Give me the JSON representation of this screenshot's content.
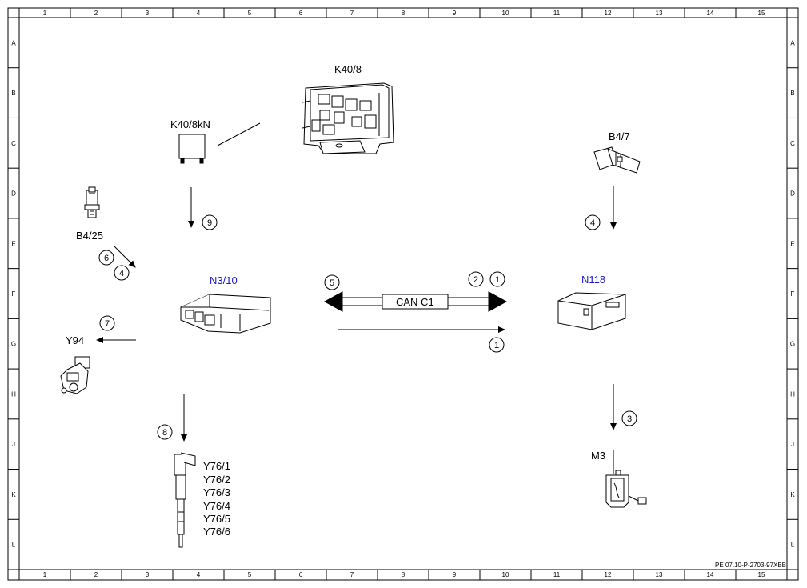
{
  "grid": {
    "columns": [
      "1",
      "2",
      "3",
      "4",
      "5",
      "6",
      "7",
      "8",
      "9",
      "10",
      "11",
      "12",
      "13",
      "14",
      "15"
    ],
    "rows": [
      "A",
      "B",
      "C",
      "D",
      "E",
      "F",
      "G",
      "H",
      "J",
      "K",
      "L"
    ]
  },
  "components": {
    "k40_8": "K40/8",
    "k40_8kn": "K40/8kN",
    "b4_7": "B4/7",
    "b4_25": "B4/25",
    "n3_10": "N3/10",
    "n118": "N118",
    "y94": "Y94",
    "m3": "M3",
    "y76": [
      "Y76/1",
      "Y76/2",
      "Y76/3",
      "Y76/4",
      "Y76/5",
      "Y76/6"
    ]
  },
  "bus_label": "CAN C1",
  "signals": {
    "s9": "9",
    "s4_right": "4",
    "s6": "6",
    "s4_left": "4",
    "s5": "5",
    "s2": "2",
    "s1_top": "1",
    "s1_bottom": "1",
    "s7": "7",
    "s8": "8",
    "s3": "3"
  },
  "footer_code": "PE 07.10-P-2703-97XBB",
  "colors": {
    "line": "#000000",
    "ecu_label": "#1a1acc"
  }
}
